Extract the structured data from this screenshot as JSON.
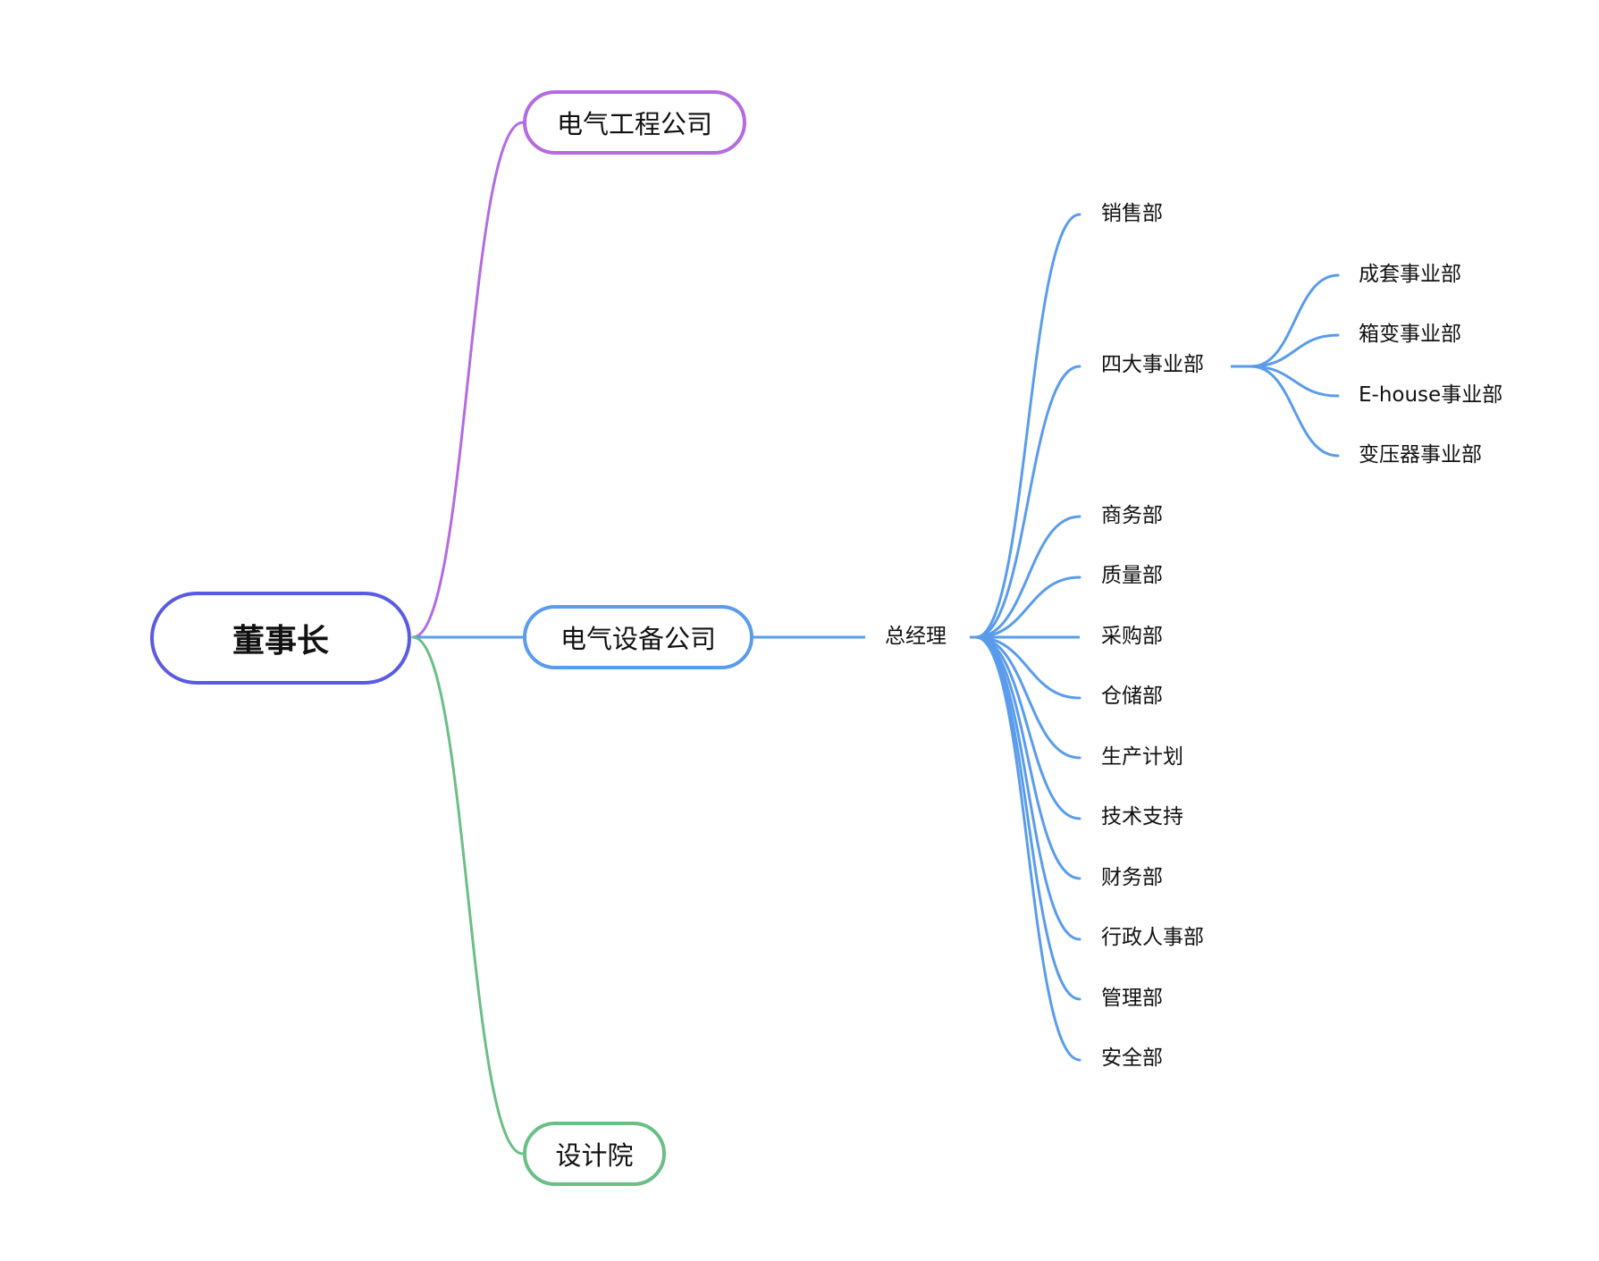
{
  "colors": {
    "root": "#5a5be0",
    "engineering": "#b46be0",
    "equipment": "#5a9ceb",
    "design": "#6abf85"
  },
  "root": {
    "label": "董事长"
  },
  "branches": {
    "engineering": {
      "label": "电气工程公司"
    },
    "equipment": {
      "label": "电气设备公司"
    },
    "design": {
      "label": "设计院"
    }
  },
  "general_manager": {
    "label": "总经理"
  },
  "departments": [
    {
      "label": "销售部"
    },
    {
      "label": "四大事业部"
    },
    {
      "label": "商务部"
    },
    {
      "label": "质量部"
    },
    {
      "label": "采购部"
    },
    {
      "label": "仓储部"
    },
    {
      "label": "生产计划"
    },
    {
      "label": "技术支持"
    },
    {
      "label": "财务部"
    },
    {
      "label": "行政人事部"
    },
    {
      "label": "管理部"
    },
    {
      "label": "安全部"
    }
  ],
  "business_units": [
    {
      "label": "成套事业部"
    },
    {
      "label": "箱变事业部"
    },
    {
      "label": "E-house事业部"
    },
    {
      "label": "变压器事业部"
    }
  ]
}
